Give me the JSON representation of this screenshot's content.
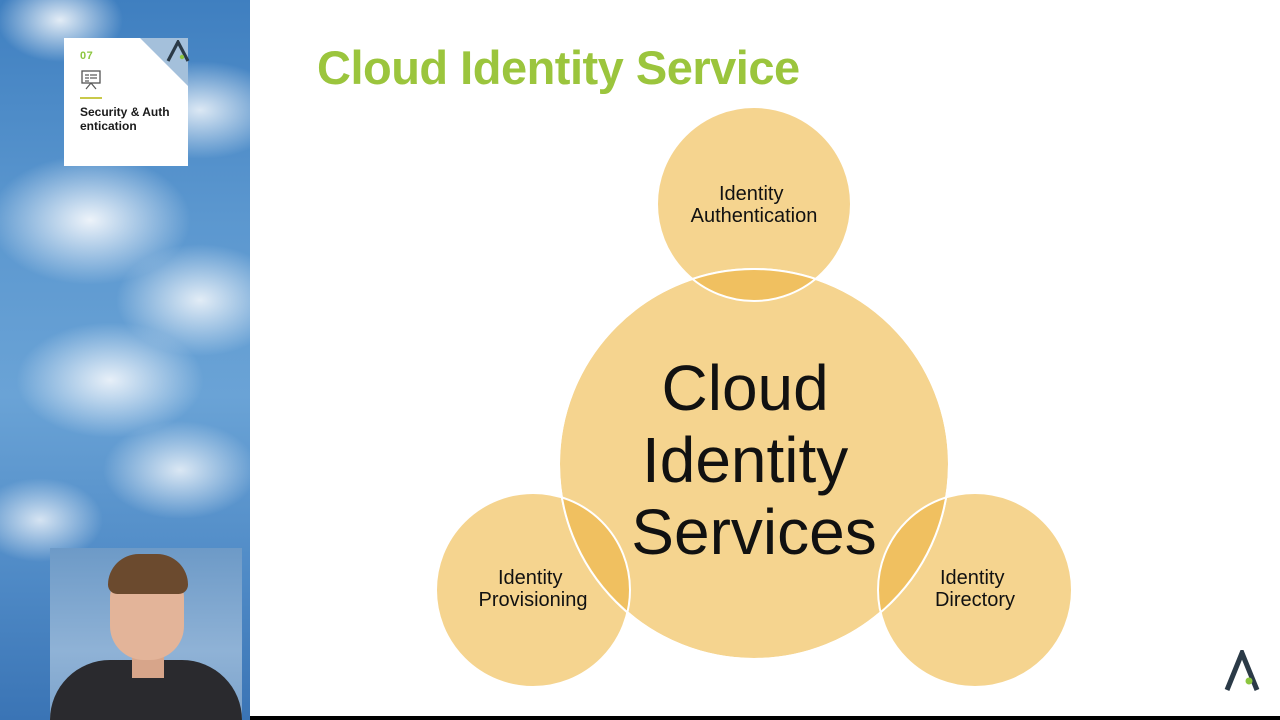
{
  "sidebar": {
    "chapter_number": "07",
    "chapter_icon": "presentation-board-icon",
    "chapter_title": "Security & Authentication",
    "logo": "a-logo-icon"
  },
  "slide": {
    "title": "Cloud Identity Service",
    "logo": "a-logo-icon"
  },
  "diagram": {
    "center": {
      "lines": [
        "Cloud",
        "Identity",
        "Services"
      ]
    },
    "satellites": [
      {
        "id": "authentication",
        "lines": [
          "Identity",
          "Authentication"
        ]
      },
      {
        "id": "provisioning",
        "lines": [
          "Identity",
          "Provisioning"
        ]
      },
      {
        "id": "directory",
        "lines": [
          "Identity",
          "Directory"
        ]
      }
    ]
  },
  "colors": {
    "title_green": "#9bc53d",
    "chapter_green": "#8cc63f",
    "circle_fill": "#f5d48f",
    "circle_overlap": "#f0c060",
    "logo_dark": "#2b3a47",
    "logo_dot": "#8cc63f"
  }
}
